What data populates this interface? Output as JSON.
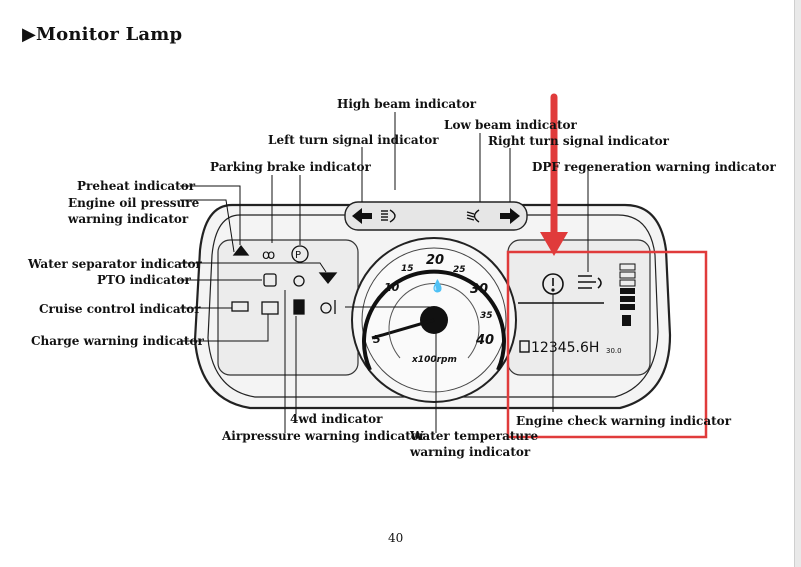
{
  "title": "▶Monitor Lamp",
  "labels": {
    "high_beam": "High beam indicator",
    "left_turn": "Left turn signal indicator",
    "low_beam": "Low beam indicator",
    "right_turn": "Right turn signal indicator",
    "parking_brake": "Parking brake indicator",
    "dpf": "DPF regeneration warning indicator",
    "preheat": "Preheat indicator",
    "oil_pressure_1": "Engine oil pressure",
    "oil_pressure_2": "warning indicator",
    "water_separator": "Water separator indicator",
    "pto": "PTO indicator",
    "cruise": "Cruise control indicator",
    "charge": "Charge warning indicator",
    "fourwd": "4wd indicator",
    "airpressure": "Airpressure warning indicator",
    "water_temp_1": "Water temperature",
    "water_temp_2": "warning indicator",
    "engine_check": "Engine check warning indicator"
  },
  "gauge": {
    "ticks": [
      "5",
      "10",
      "15",
      "20",
      "25",
      "30",
      "35",
      "40"
    ],
    "unit": "x100rpm"
  },
  "lcd": {
    "odometer": "12345.6H",
    "small_value": "30.0"
  },
  "page_number": "40",
  "colors": {
    "highlight": "#e03b3b"
  }
}
